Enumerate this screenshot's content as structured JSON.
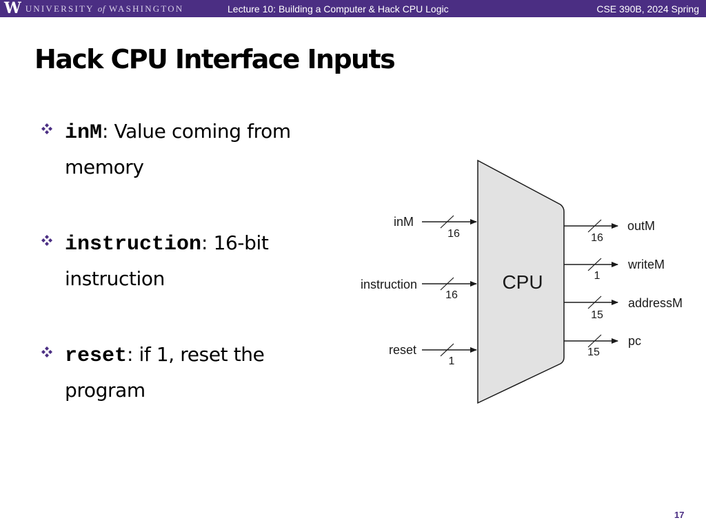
{
  "header": {
    "university_logo_letter": "W",
    "university_name_1": "UNIVERSITY",
    "university_name_of": "of",
    "university_name_2": "WASHINGTON",
    "lecture_title": "Lecture 10: Building a Computer & Hack CPU Logic",
    "course_label": "CSE 390B, 2024 Spring",
    "background_color": "#4b2e83"
  },
  "slide": {
    "title": "Hack CPU Interface Inputs",
    "bullets": [
      {
        "term": "inM",
        "description": ": Value coming from memory"
      },
      {
        "term": "instruction",
        "description": ": 16-bit instruction"
      },
      {
        "term": "reset",
        "description": ": if 1, reset the program"
      }
    ],
    "bullet_icon": "four-diamond-icon",
    "page_number": "17"
  },
  "diagram": {
    "chip_label": "CPU",
    "chip_fill": "#e2e2e2",
    "inputs": [
      {
        "name": "inM",
        "width": "16"
      },
      {
        "name": "instruction",
        "width": "16"
      },
      {
        "name": "reset",
        "width": "1"
      }
    ],
    "outputs": [
      {
        "name": "outM",
        "width": "16"
      },
      {
        "name": "writeM",
        "width": "1"
      },
      {
        "name": "addressM",
        "width": "15"
      },
      {
        "name": "pc",
        "width": "15"
      }
    ]
  }
}
